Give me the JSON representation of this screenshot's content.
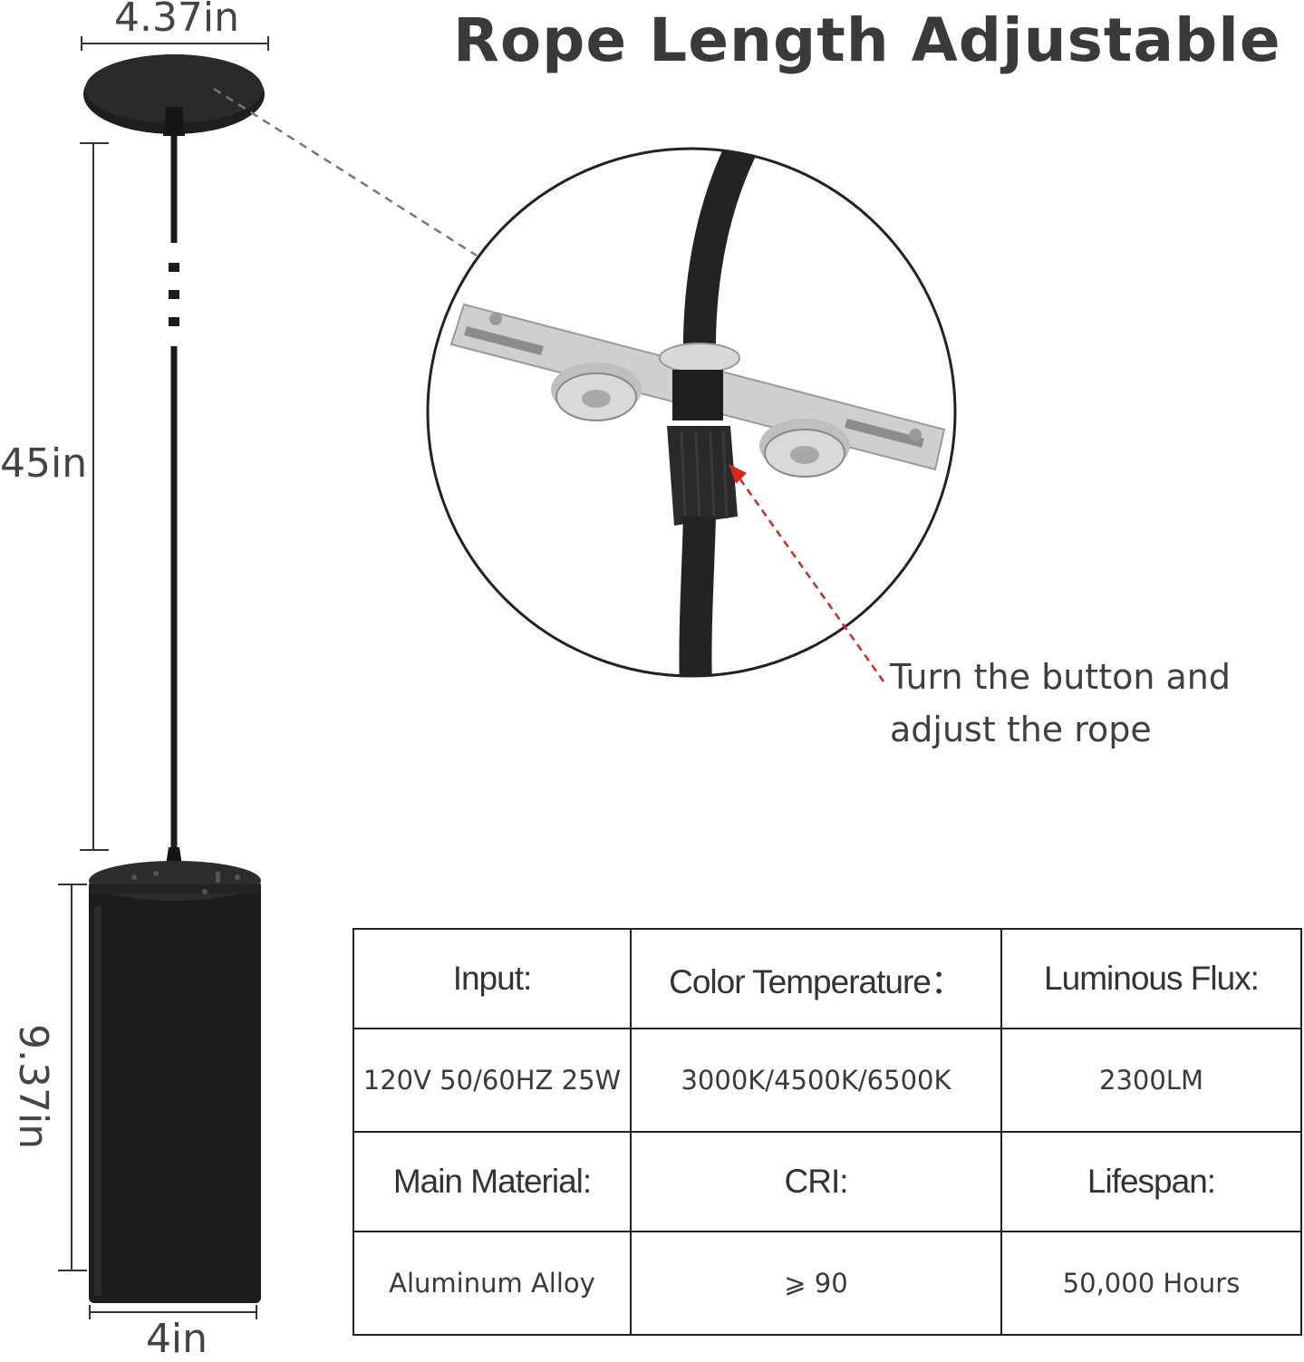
{
  "title": "Rope Length Adjustable",
  "dimensions": {
    "canopy_width": "4.37in",
    "cord_length": "45in",
    "body_height": "9.37in",
    "body_width": "4in"
  },
  "callout": {
    "line1": "Turn the button and",
    "line2": "adjust the rope"
  },
  "specs": {
    "headers_row1": [
      "Input:",
      "Color Temperature：",
      "Luminous Flux:"
    ],
    "values_row1": [
      "120V 50/60HZ 25W",
      "3000K/4500K/6500K",
      "2300LM"
    ],
    "headers_row2": [
      "Main Material:",
      "CRI:",
      "Lifespan:"
    ],
    "values_row2": [
      "Aluminum Alloy",
      "⩾ 90",
      "50,000 Hours"
    ]
  },
  "colors": {
    "text": "#3a3a3a",
    "fixture": "#1b1b1b",
    "plate": "#c9c9c9",
    "arrow": "#d9261c"
  }
}
